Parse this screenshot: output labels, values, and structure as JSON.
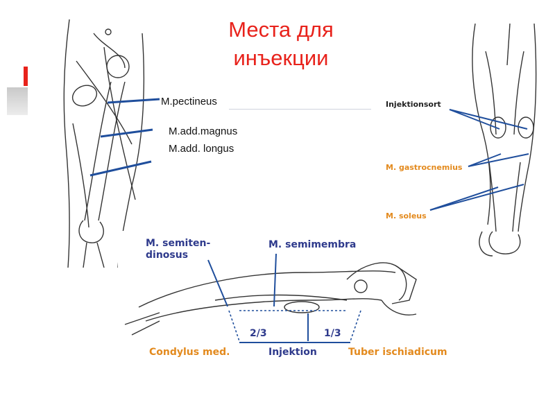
{
  "slide": {
    "title_line1": "Места для",
    "title_line2": "инъекции"
  },
  "thigh_labels": {
    "pectineus": "M.pectineus",
    "add_magnus": "M.add.magnus",
    "add_longus": "M.add. longus"
  },
  "calf_labels": {
    "injektionsort": "Injektionsort",
    "gastrocnemius": "M. gastrocnemius",
    "soleus": "M. soleus"
  },
  "side_labels": {
    "semitendinosus_line1": "M. semiten-",
    "semitendinosus_line2": "dinosus",
    "semimembranosus": "M. semimembra",
    "ratio_left": "2/3",
    "ratio_right": "1/3",
    "condylus": "Condylus med.",
    "injektion": "Injektion",
    "tuber": "Tuber ischiadicum"
  },
  "colors": {
    "title": "#e8221b",
    "pointer_lines": "#1f4e9c",
    "blue_text": "#2e3a8c",
    "orange_text": "#e38a1e"
  }
}
